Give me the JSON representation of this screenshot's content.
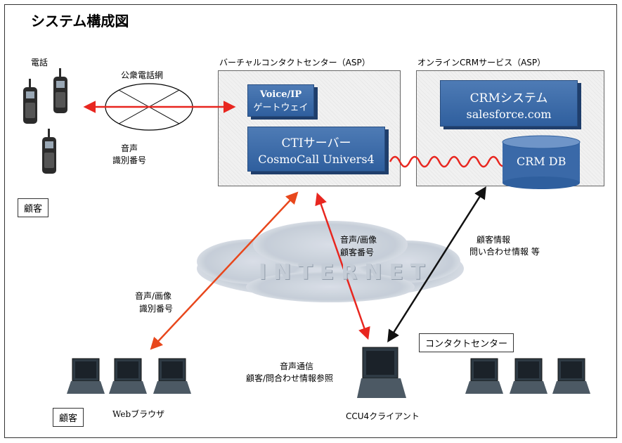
{
  "title": "システム構成図",
  "labels": {
    "phone": "電話",
    "pstn": "公衆電話網",
    "voice_id_1": "音声",
    "voice_id_2": "識別番号",
    "customer_top": "顧客",
    "customer_bottom": "顧客",
    "web_browser": "Webブラウザ",
    "contact_center": "コンタクトセンター",
    "ccu4_client": "CCU4クライアント",
    "ccu4_note_1": "音声通信",
    "ccu4_note_2": "顧客/問合わせ情報参照",
    "web_arrow_1": "音声/画像",
    "web_arrow_2": "識別番号",
    "center_arrow_1": "音声/画像",
    "center_arrow_2": "顧客番号",
    "crm_arrow_1": "顧客情報",
    "crm_arrow_2": "問い合わせ情報 等",
    "internet": "INTERNET"
  },
  "vcc": {
    "title": "バーチャルコンタクトセンター（ASP）",
    "gateway_line1": "Voice/IP",
    "gateway_line2": "ゲートウェイ",
    "cti_line1": "CTIサーバー",
    "cti_line2": "CosmoCall Univers4"
  },
  "crm_service": {
    "title": "オンラインCRMサービス（ASP）",
    "system_line1": "CRMシステム",
    "system_line2": "salesforce.com",
    "db": "CRM DB"
  },
  "colors": {
    "red_arrow": "#e8261f",
    "orange_arrow": "#e8471c",
    "black_arrow": "#111111",
    "box_blue": "#3a69a8"
  }
}
